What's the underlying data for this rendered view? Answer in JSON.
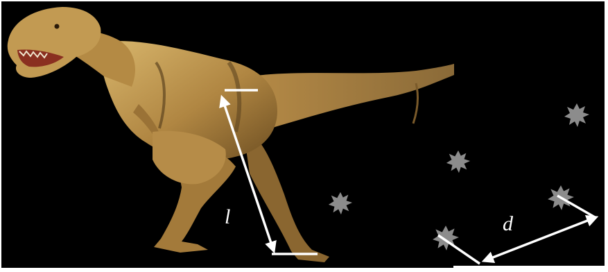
{
  "diagram": {
    "leg_length_label": "l",
    "stride_length_label": "d"
  },
  "icons": {
    "dino": "dinosaur-illustration",
    "footprint": "footprint-splat-icon"
  },
  "colors": {
    "background": "#000000",
    "frame": "#ffffff",
    "arrow": "#ffffff",
    "footprint": "#8a8a8a",
    "dino_body": "#b89048",
    "dino_shadow": "#6b4e22",
    "dino_light": "#d9b86e"
  }
}
